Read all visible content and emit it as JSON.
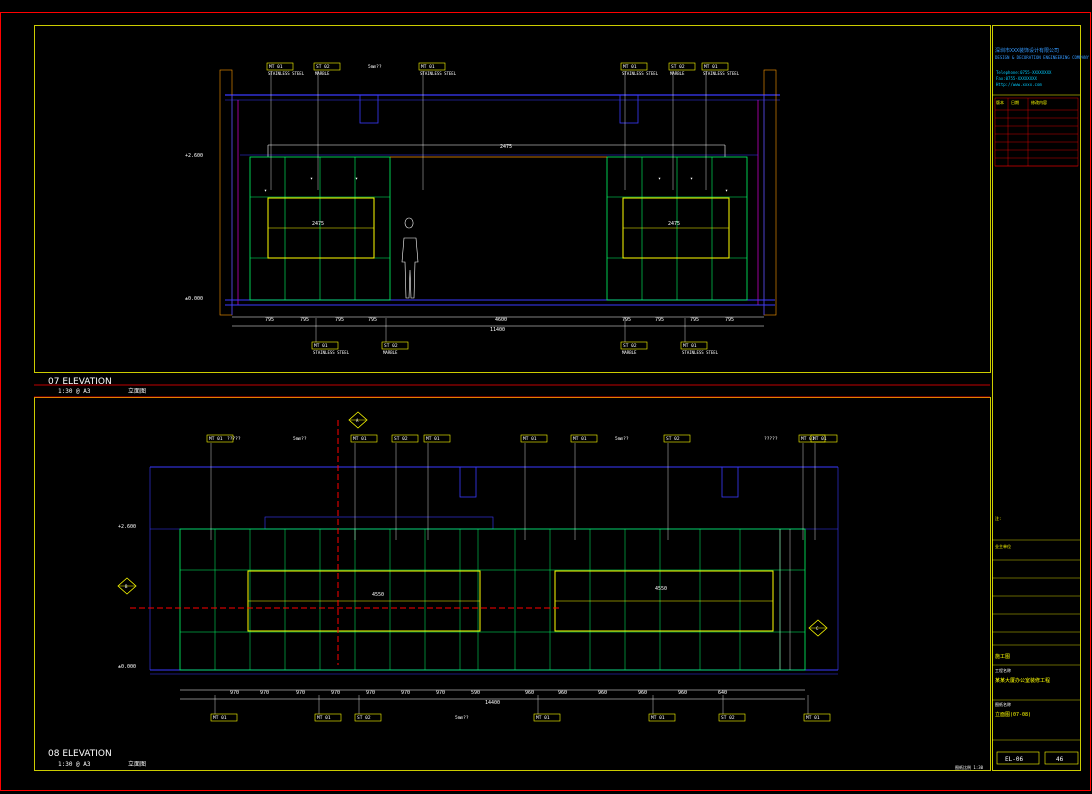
{
  "colors": {
    "background": "#000000",
    "frame": "#ff0000",
    "wall": "#3a3aff",
    "cabinet": "#00ff66",
    "panel": "#ffff00",
    "dimension": "#ffffff",
    "tag": "#ffff00",
    "accent_orange": "#ff9900",
    "magenta": "#ff00ff",
    "title_blue": "#3399ff",
    "title_cyan": "#00ccff"
  },
  "upper_view": {
    "title": "07 ELEVATION",
    "scale": "1:30 @ A3",
    "subtitle": "立面图",
    "top_tags": [
      {
        "code": "MT 01",
        "note": "STAINLESS STEEL"
      },
      {
        "code": "ST 02",
        "note": "MARBLE"
      },
      {
        "code": "MT 01",
        "note": "STAINLESS STEEL"
      },
      {
        "code": "MT 01",
        "note": "STAINLESS STEEL"
      },
      {
        "code": "ST 02",
        "note": "MARBLE"
      },
      {
        "code": "MT 01",
        "note": "STAINLESS STEEL"
      }
    ],
    "top_note": "5mm??",
    "bottom_tags": [
      {
        "code": "MT 01",
        "note": "STAINLESS STEEL"
      },
      {
        "code": "ST 02",
        "note": "MARBLE"
      },
      {
        "code": "ST 02",
        "note": "MARBLE"
      },
      {
        "code": "MT 01",
        "note": "STAINLESS STEEL"
      }
    ],
    "dims_bottom": [
      "795",
      "795",
      "795",
      "795",
      "4600",
      "795",
      "795",
      "795",
      "795"
    ],
    "dim_total": "11400",
    "level_top": "+2.600",
    "level_bottom": "±0.000",
    "span_label": "2475",
    "inner_labels": [
      "2475",
      "2475"
    ]
  },
  "lower_view": {
    "title": "08 ELEVATION",
    "scale": "1:30 @ A3",
    "subtitle": "立面图",
    "section_marks": [
      "A",
      "B",
      "C"
    ],
    "top_tags": [
      {
        "code": "MT 01"
      },
      {
        "code": "MT 01"
      },
      {
        "code": "ST 02"
      },
      {
        "code": "MT 01"
      },
      {
        "code": "MT 01"
      },
      {
        "code": "MT 01"
      },
      {
        "code": "ST 02"
      },
      {
        "code": "MT 01"
      },
      {
        "code": "MT 01"
      }
    ],
    "top_notes": [
      "?????",
      "5mm??",
      "5mm??",
      "?????"
    ],
    "bottom_tags": [
      {
        "code": "MT 01"
      },
      {
        "code": "MT 01"
      },
      {
        "code": "ST 02"
      },
      {
        "code": "MT 01"
      },
      {
        "code": "MT 01"
      },
      {
        "code": "ST 02"
      },
      {
        "code": "MT 01"
      }
    ],
    "bottom_note": "5mm??",
    "dims_bottom": [
      "970",
      "970",
      "970",
      "970",
      "970",
      "970",
      "970",
      "590",
      "960",
      "960",
      "960",
      "960",
      "960",
      "640"
    ],
    "dim_total": "14400",
    "dim_mid_1": "4550",
    "dim_mid_2": "4550",
    "level_top": "+2.600",
    "level_bottom": "±0.000"
  },
  "title_block": {
    "company": "深圳市XXX装饰设计有限公司",
    "company_en": "DESIGN & DECORATION ENGINEERING COMPANY",
    "tel": "Telephone:0755-XXXXXXXX",
    "fax": "Fax:0755-XXXXXXXX",
    "web": "Http://www.xxxx.com",
    "rev_header": [
      "版本",
      "日期",
      "修改内容"
    ],
    "notes_label": "注:",
    "client_label": "业主单位",
    "project_label": "工程名称",
    "project_name": "某某大厦办公室装修工程",
    "drawing_label": "图纸名称",
    "drawing_name": "立面图(07-08)",
    "stamp": "施工图",
    "sheet_no": "EL-06",
    "page": "46",
    "footer_note": "图纸比例 1:30"
  }
}
